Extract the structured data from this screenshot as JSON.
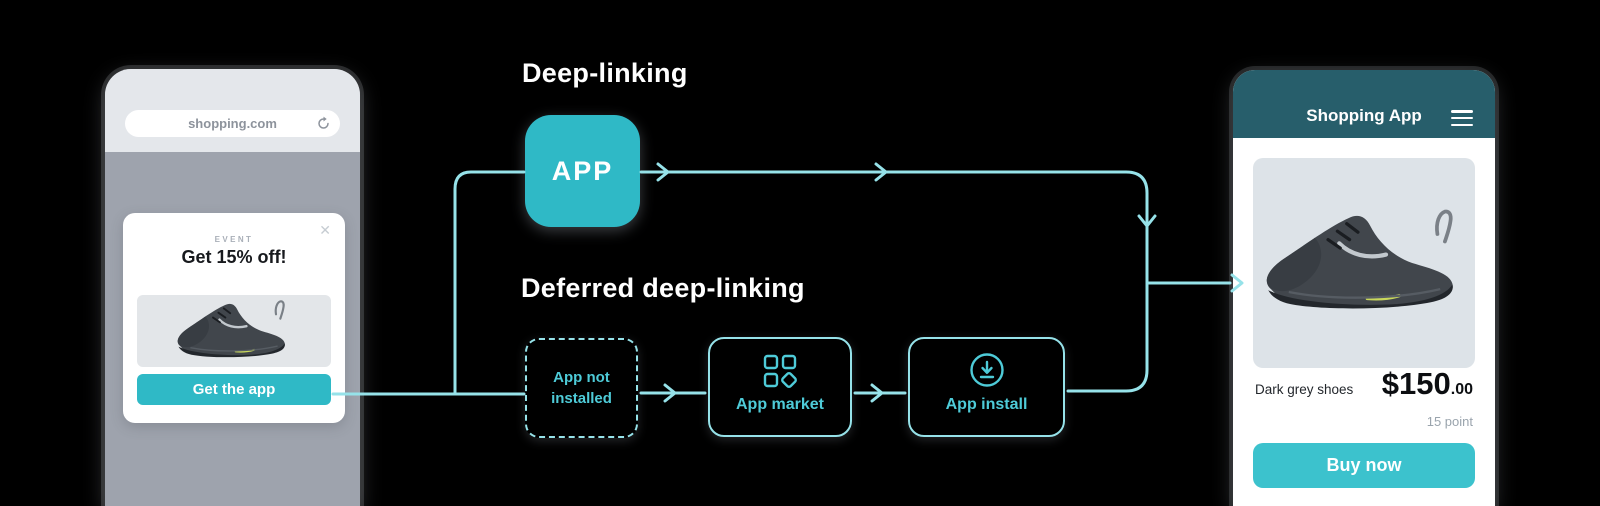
{
  "diagram": {
    "title_deep_linking": "Deep-linking",
    "title_deferred": "Deferred deep-linking",
    "app_node": "APP",
    "box_not_installed": {
      "line1": "App not",
      "line2": "installed"
    },
    "box_market": {
      "label": "App market",
      "icon": "app-grid-icon"
    },
    "box_install": {
      "label": "App install",
      "icon": "app-download-icon"
    }
  },
  "left_phone": {
    "url": "shopping.com",
    "refresh_icon": "refresh-icon",
    "promo": {
      "eyebrow": "EVENT",
      "headline": "Get 15% off!",
      "close_icon": "✕",
      "cta": "Get the app",
      "image": "dark-grey-sneaker"
    }
  },
  "right_phone": {
    "title": "Shopping App",
    "menu_icon": "hamburger-menu-icon",
    "product": {
      "name": "Dark grey shoes",
      "price": "$150",
      "price_fraction": ".00",
      "points": "15 point",
      "cta": "Buy now",
      "image": "dark-grey-sneaker"
    }
  },
  "colors": {
    "background": "#000000",
    "teal_primary": "#2fb9c6",
    "teal_button": "#3cc2cd",
    "teal_line": "#96e2e9",
    "teal_label": "#4ecbd8",
    "header_teal_dark": "#275e6b",
    "phone_gray_body": "#9ea3ad",
    "phone_gray_top": "#e4e7eb"
  }
}
